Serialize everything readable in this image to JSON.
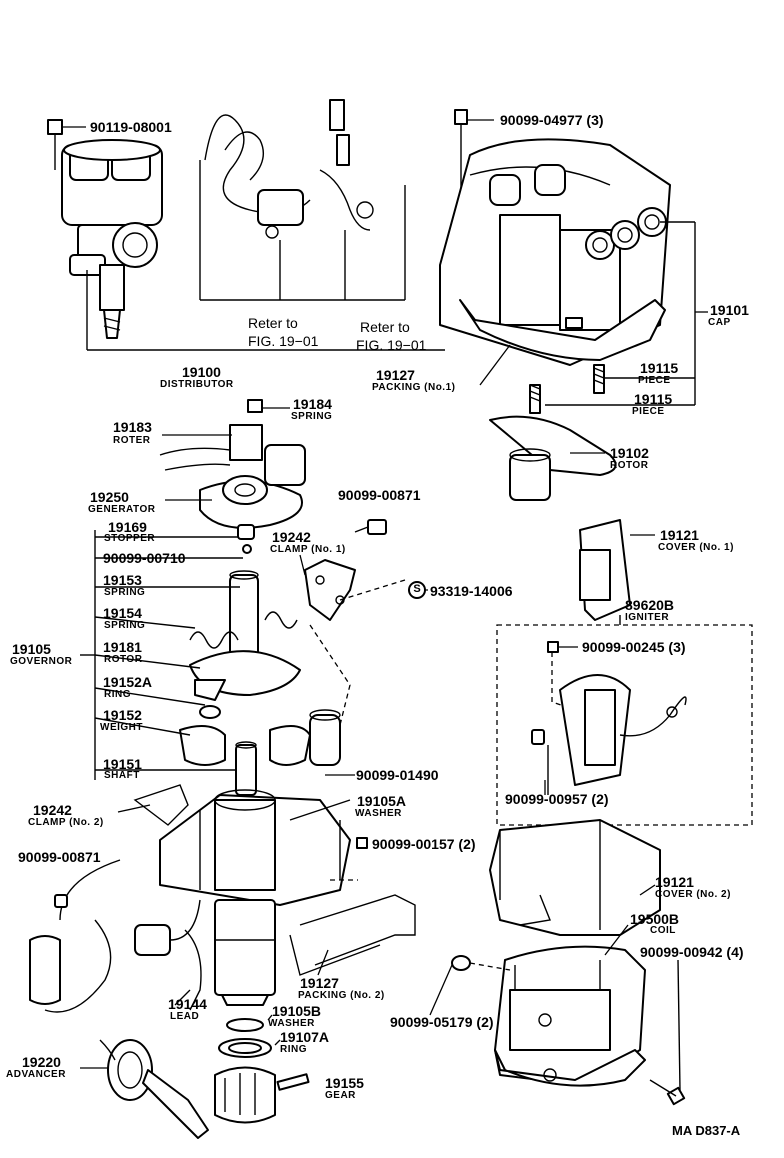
{
  "labels": {
    "p90119": "90119-08001",
    "p90099_04977": "90099-04977 (3)",
    "refer1a": "Reter to",
    "refer1b": "FIG. 19−01",
    "refer2a": "Reter to",
    "refer2b": "FIG. 19−01",
    "p19101": "19101",
    "p19101c": "CAP",
    "p19100": "19100",
    "p19100c": "DISTRIBUTOR",
    "p19127a": "19127",
    "p19127ac": "PACKING (No.1)",
    "p19115a": "19115",
    "p19115ac": "PIECE",
    "p19115b": "19115",
    "p19115bc": "PIECE",
    "p19184": "19184",
    "p19184c": "SPRING",
    "p19183": "19183",
    "p19183c": "ROTER",
    "p19102": "19102",
    "p19102c": "ROTOR",
    "p19250": "19250",
    "p19250c": "GENERATOR",
    "p90099_00871a": "90099-00871",
    "p19169": "19169",
    "p19169c": "STOPPER",
    "p90099_00710": "90099-00710",
    "p19242a": "19242",
    "p19242ac": "CLAMP (No. 1)",
    "p19121a": "19121",
    "p19121ac": "COVER (No. 1)",
    "p19153": "19153",
    "p19153c": "SPRING",
    "p93319": "93319-14006",
    "p89620": "89620B",
    "p89620c": "IGNITER",
    "p19154": "19154",
    "p19154c": "SPRING",
    "p90099_00245": "90099-00245 (3)",
    "p19105": "19105",
    "p19105c": "GOVERNOR",
    "p19181": "19181",
    "p19181c": "ROTOR",
    "p19152a": "19152A",
    "p19152ac": "RING",
    "p19152": "19152",
    "p19152c": "WEIGHT",
    "p19151": "19151",
    "p19151c": "SHAFT",
    "p90099_01490": "90099-01490",
    "p90099_00957": "90099-00957 (2)",
    "p19242b": "19242",
    "p19242bc": "CLAMP (No. 2)",
    "p19105a": "19105A",
    "p19105ac": "WASHER",
    "p90099_00157": "90099-00157 (2)",
    "p90099_00871b": "90099-00871",
    "p19121b": "19121",
    "p19121bc": "COVER (No. 2)",
    "p19500": "19500B",
    "p19500c": "COIL",
    "p90099_00942": "90099-00942 (4)",
    "p19127b": "19127",
    "p19127bc": "PACKING (No. 2)",
    "p90099_05179": "90099-05179 (2)",
    "p19144": "19144",
    "p19144c": "LEAD",
    "p19105b": "19105B",
    "p19105bc": "WASHER",
    "p19107": "19107A",
    "p19107c": "RING",
    "p19220": "19220",
    "p19220c": "ADVANCER",
    "p19155": "19155",
    "p19155c": "GEAR",
    "s_mark": "S",
    "code": "MA D837-A"
  }
}
